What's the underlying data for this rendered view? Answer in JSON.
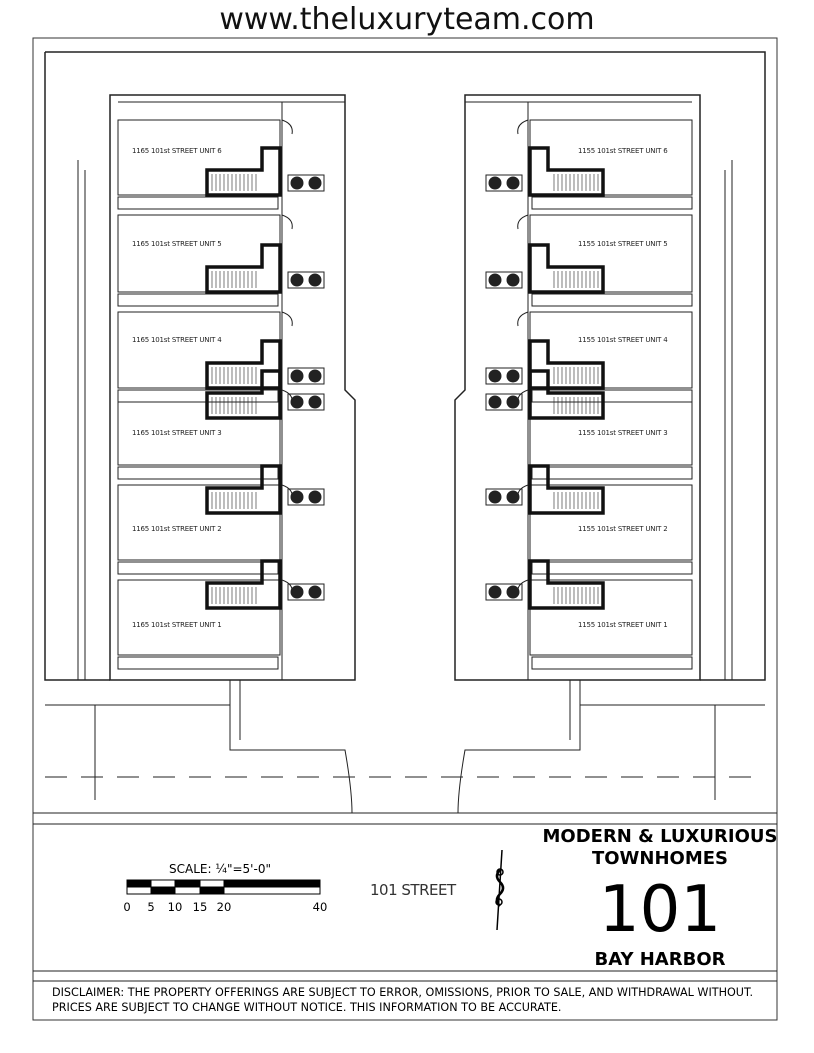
{
  "header": {
    "site_url": "www.theluxuryteam.com"
  },
  "plan": {
    "left_units": [
      "1165 101st STREET UNIT 6",
      "1165 101st STREET UNIT 5",
      "1165 101st STREET UNIT 4",
      "1165 101st STREET UNIT 3",
      "1165 101st STREET UNIT 2",
      "1165 101st STREET UNIT 1"
    ],
    "right_units": [
      "1155 101st STREET UNIT 6",
      "1155 101st STREET UNIT 5",
      "1155 101st STREET UNIT 4",
      "1155 101st STREET UNIT 3",
      "1155 101st STREET UNIT 2",
      "1155 101st STREET UNIT 1"
    ],
    "street_label": "101 STREET"
  },
  "scale": {
    "label": "SCALE: ¼\"=5'-0\"",
    "ticks": [
      "0",
      "5",
      "10",
      "15",
      "20",
      "40"
    ]
  },
  "title_block": {
    "line1": "MODERN & LUXURIOUS",
    "line2": "TOWNHOMES",
    "number": "101",
    "line3": "BAY HARBOR"
  },
  "disclaimer": {
    "line1": "DISCLAIMER: THE PROPERTY OFFERINGS ARE SUBJECT TO ERROR, OMISSIONS, PRIOR TO SALE, AND WITHDRAWAL WITHOUT.",
    "line2": "PRICES ARE SUBJECT TO CHANGE WITHOUT NOTICE. THIS INFORMATION TO BE ACCURATE."
  }
}
